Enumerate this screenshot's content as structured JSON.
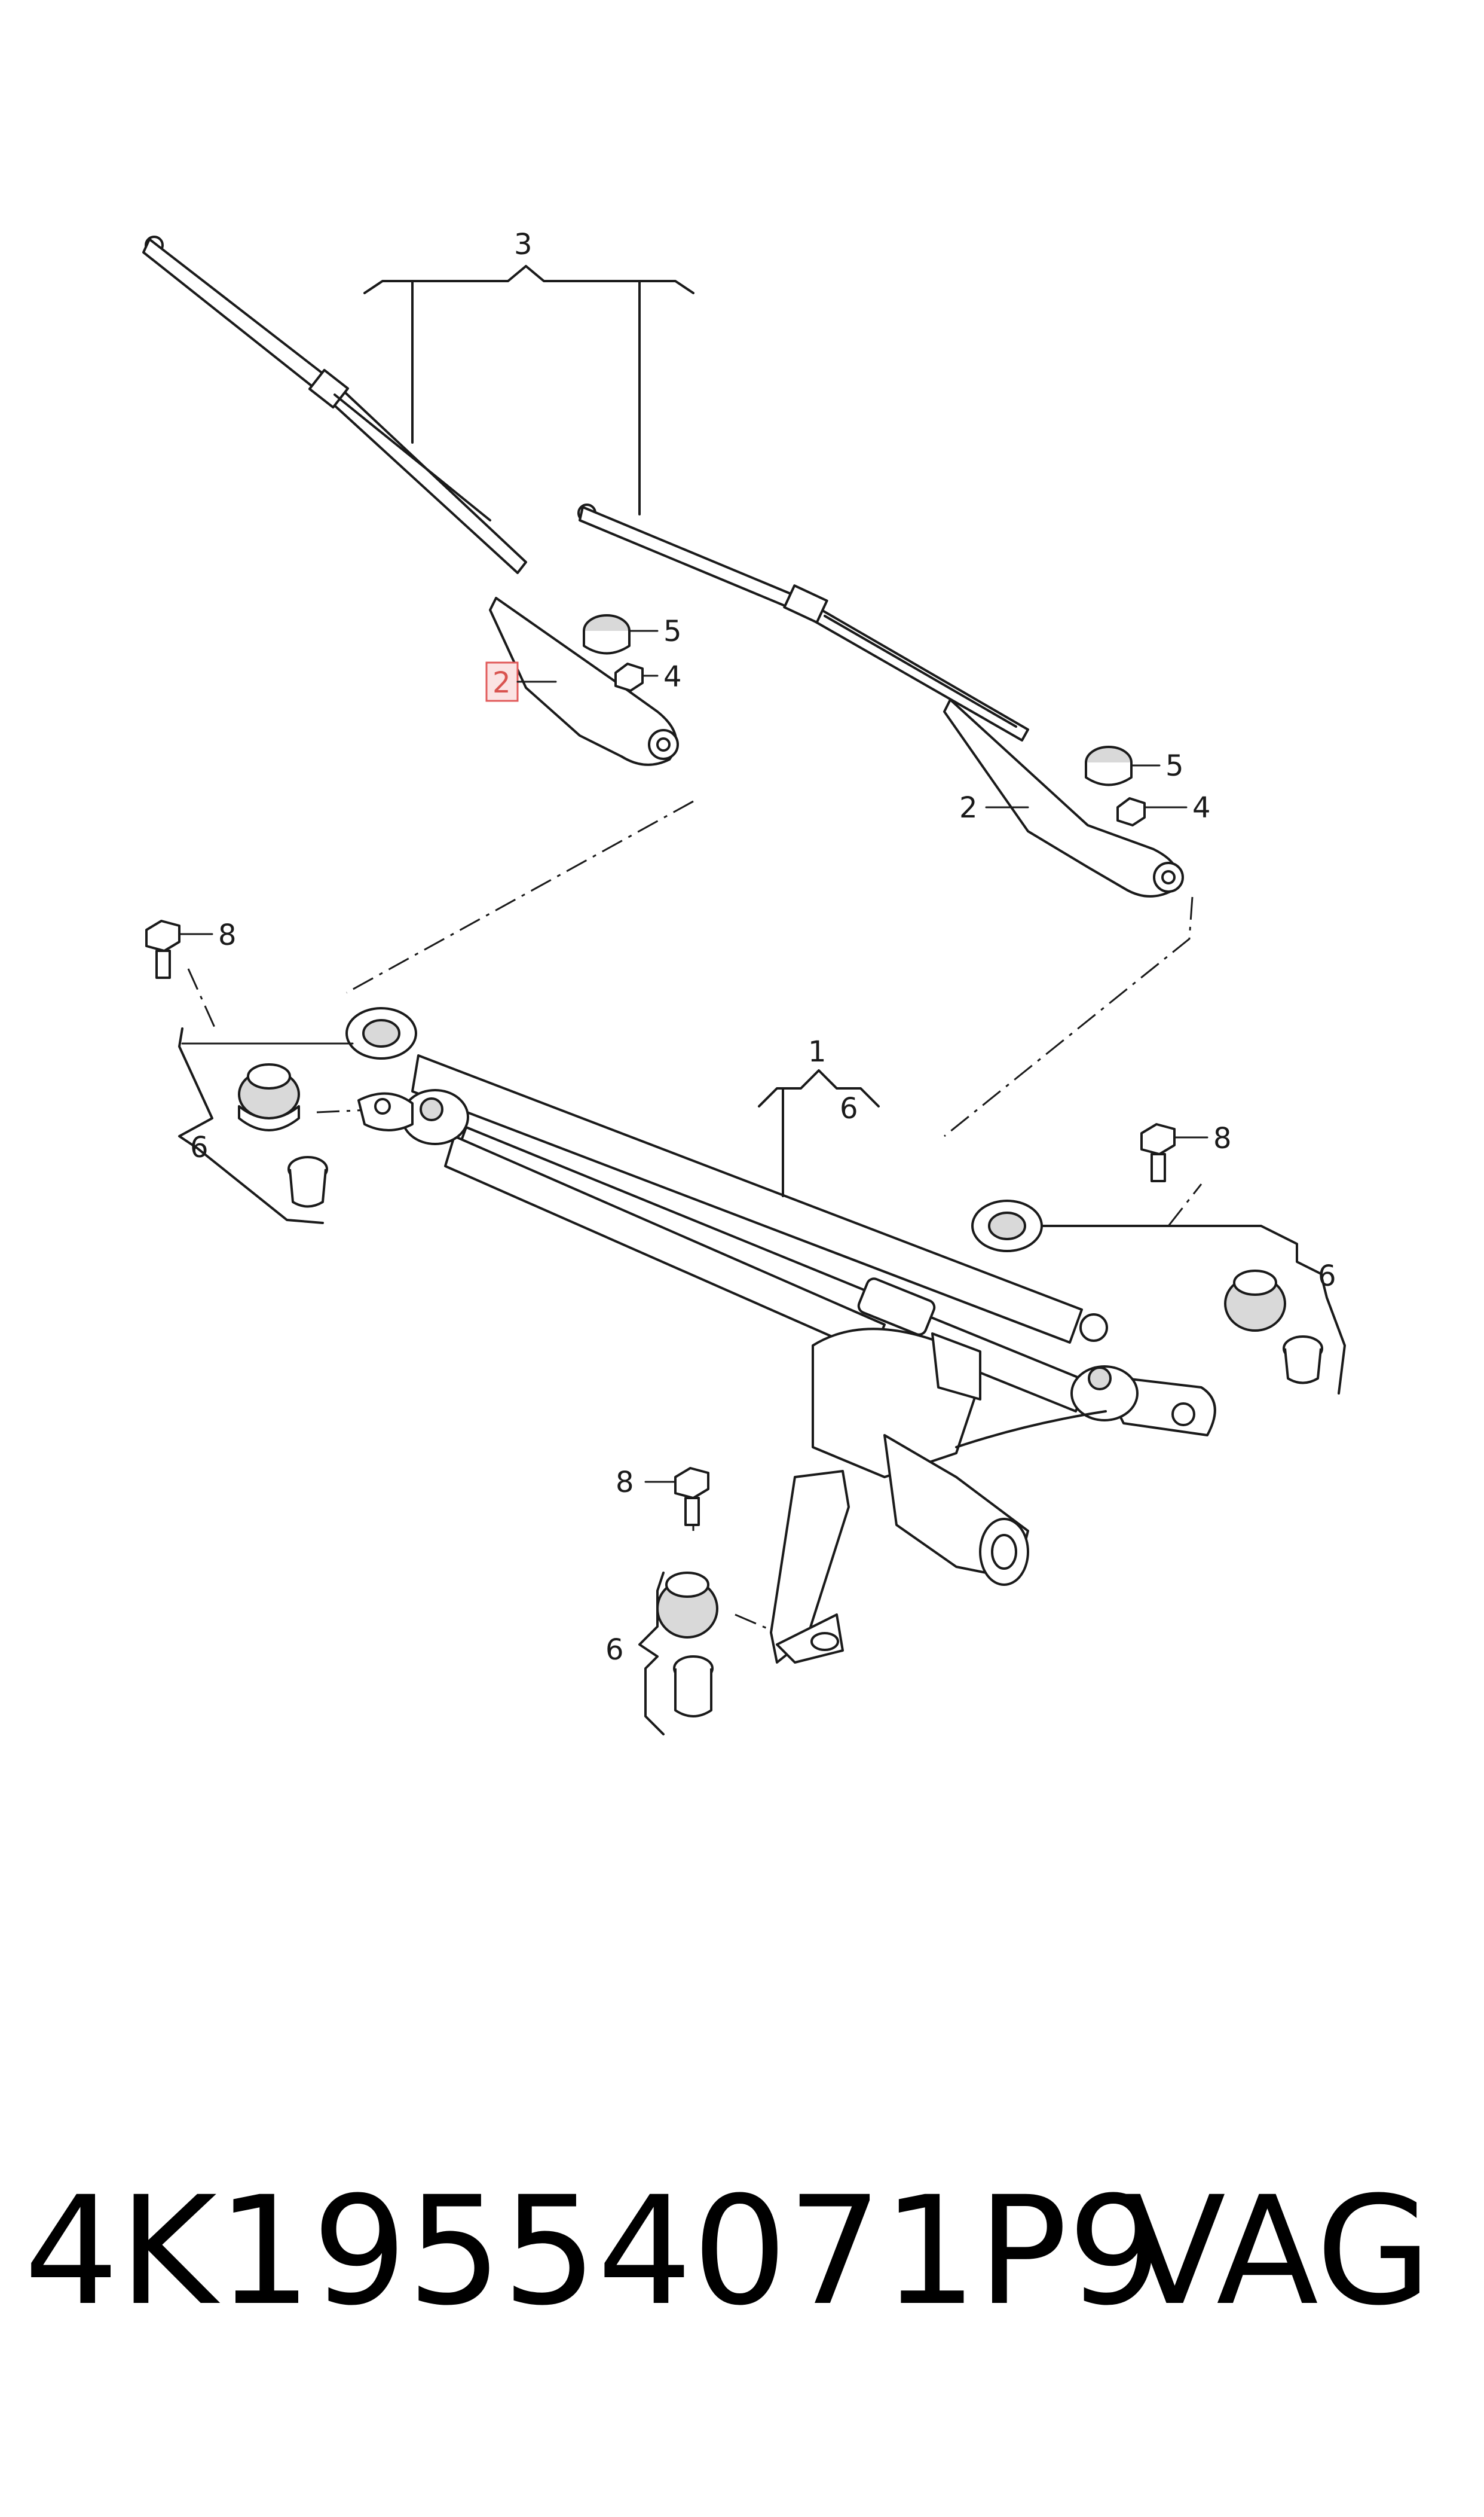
{
  "diagram": {
    "callouts": {
      "c1": "1",
      "c2a": "2",
      "c2b": "2",
      "c3": "3",
      "c4a": "4",
      "c4b": "4",
      "c5a": "5",
      "c5b": "5",
      "c6_main": "6",
      "c6_left": "6",
      "c6_right": "6",
      "c6_bottom": "6",
      "c8_left": "8",
      "c8_right": "8",
      "c8_bottom": "8"
    },
    "highlight_color": "#e15a5a"
  },
  "footer": {
    "part_number": "4K19554071P9",
    "brand": "VAG"
  }
}
